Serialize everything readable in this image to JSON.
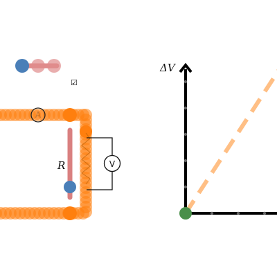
{
  "circuit": {
    "resistor_label": "R",
    "ammeter_symbol": "A",
    "voltmeter_symbol": "V",
    "wire_color": "#ff7f0e",
    "resistor_color": "#d98080",
    "knob_color": "#4a7fb8"
  },
  "slider": {
    "knob_color": "#4a7fb8",
    "track_color": "#e08c8c",
    "checkbox_glyph": "☑"
  },
  "chart_data": {
    "type": "line",
    "ylabel": "ΔV",
    "xlabel": "",
    "line_color": "#ffbf85",
    "origin_color": "#4a8f4a",
    "series": [
      {
        "x": [
          0,
          1
        ],
        "y": [
          0,
          1
        ]
      }
    ]
  }
}
